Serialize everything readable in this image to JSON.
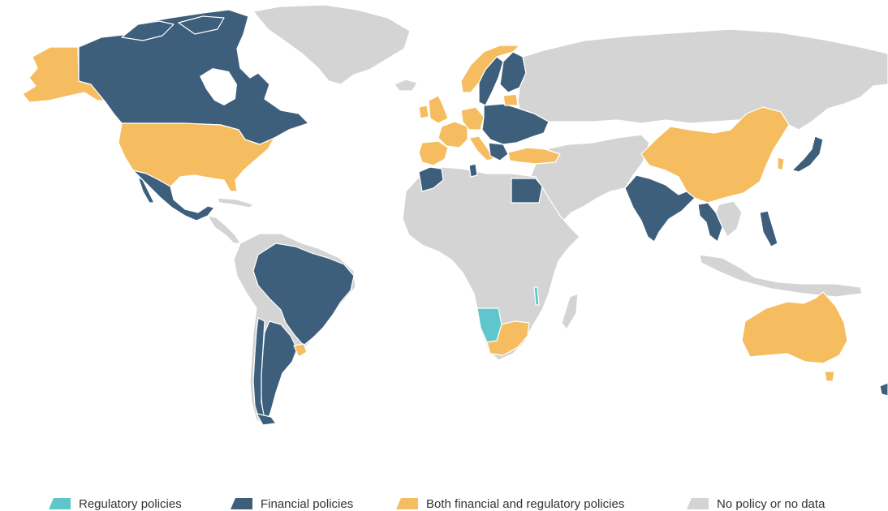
{
  "colors": {
    "regulatory": "#5ec6cc",
    "financial": "#3d5f7c",
    "both": "#f6bd60",
    "none": "#d4d4d4"
  },
  "legend": {
    "items": [
      {
        "key": "regulatory",
        "label": "Regulatory policies"
      },
      {
        "key": "financial",
        "label": "Financial policies"
      },
      {
        "key": "both",
        "label": "Both financial and regulatory policies"
      },
      {
        "key": "none",
        "label": "No policy or no data"
      }
    ]
  }
}
